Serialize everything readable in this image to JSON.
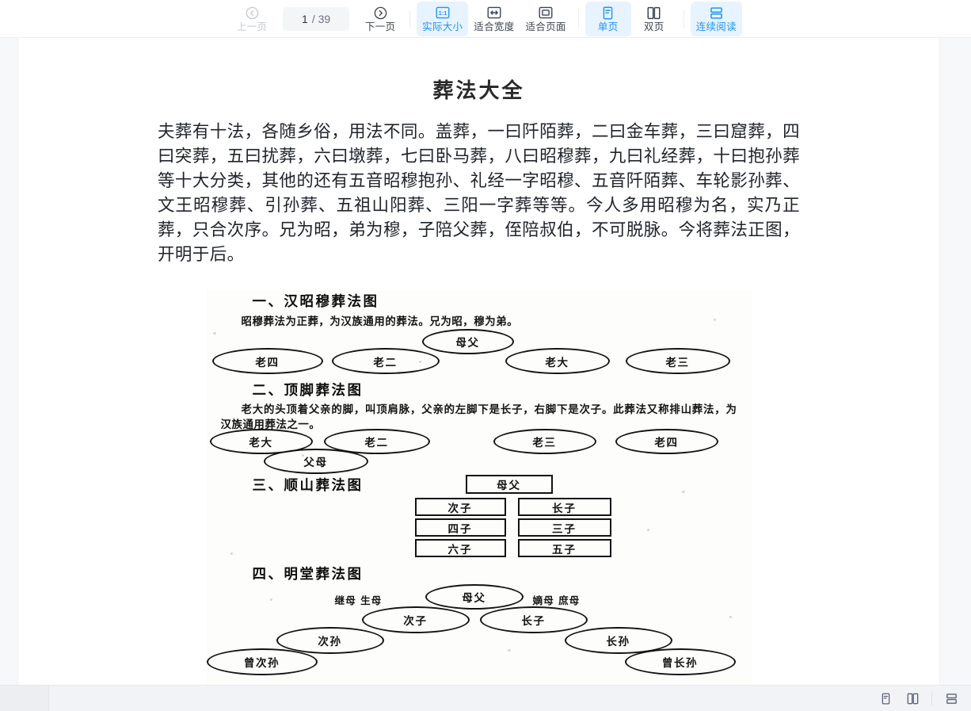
{
  "toolbar": {
    "prev_page": {
      "label": "上一页",
      "icon": "chevron-left-circle-icon",
      "disabled": true
    },
    "page_indicator": {
      "current": "1",
      "total": "/ 39"
    },
    "next_page": {
      "label": "下一页",
      "icon": "chevron-right-circle-icon",
      "disabled": false
    },
    "zoom_modes": [
      {
        "label": "实际大小",
        "icon": "ratio-1-1-icon",
        "active": true
      },
      {
        "label": "适合宽度",
        "icon": "fit-width-icon",
        "active": false
      },
      {
        "label": "适合页面",
        "icon": "fit-page-icon",
        "active": false
      }
    ],
    "layout_modes": [
      {
        "label": "单页",
        "icon": "single-page-icon",
        "active": true
      },
      {
        "label": "双页",
        "icon": "double-page-icon",
        "active": false
      },
      {
        "label": "连续阅读",
        "icon": "continuous-scroll-icon",
        "active": true
      }
    ]
  },
  "document": {
    "title": "葬法大全",
    "body": "夫葬有十法，各随乡俗，用法不同。盖葬，一曰阡陌葬，二曰金车葬，三曰窟葬，四曰突葬，五曰扰葬，六曰墩葬，七曰卧马葬，八曰昭穆葬，九曰礼经葬，十曰抱孙葬等十大分类，其他的还有五音昭穆抱孙、礼经一字昭穆、五音阡陌葬、车轮影孙葬、文王昭穆葬、引孙葬、五祖山阳葬、三阳一字葬等等。今人多用昭穆为名，实乃正葬，只合次序。兄为昭，弟为穆，子陪父葬，侄陪叔伯，不可脱脉。今将葬法正图，开明于后。",
    "figure": {
      "sections": [
        {
          "heading": "一、汉昭穆葬法图",
          "description": "昭穆葬法为正葬，为汉族通用的葬法。兄为昭，穆为弟。",
          "nodes": [
            {
              "label": "母父",
              "shape": "ellipse"
            },
            {
              "label": "老四",
              "shape": "ellipse"
            },
            {
              "label": "老二",
              "shape": "ellipse"
            },
            {
              "label": "老大",
              "shape": "ellipse"
            },
            {
              "label": "老三",
              "shape": "ellipse"
            }
          ]
        },
        {
          "heading": "二、顶脚葬法图",
          "description": "老大的头顶着父亲的脚，叫顶肩脉，父亲的左脚下是长子，右脚下是次子。此葬法又称排山葬法，为汉族通用葬法之一。",
          "nodes": [
            {
              "label": "老大",
              "shape": "ellipse"
            },
            {
              "label": "老二",
              "shape": "ellipse"
            },
            {
              "label": "老三",
              "shape": "ellipse"
            },
            {
              "label": "老四",
              "shape": "ellipse"
            },
            {
              "label": "父母",
              "shape": "ellipse"
            }
          ]
        },
        {
          "heading": "三、顺山葬法图",
          "description": "",
          "nodes": [
            {
              "label": "母父",
              "shape": "rect"
            },
            {
              "label": "次子",
              "shape": "rect"
            },
            {
              "label": "长子",
              "shape": "rect"
            },
            {
              "label": "四子",
              "shape": "rect"
            },
            {
              "label": "三子",
              "shape": "rect"
            },
            {
              "label": "六子",
              "shape": "rect"
            },
            {
              "label": "五子",
              "shape": "rect"
            }
          ]
        },
        {
          "heading": "四、明堂葬法图",
          "description": "",
          "nodes": [
            {
              "label": "继母 生母",
              "shape": "text"
            },
            {
              "label": "母父",
              "shape": "ellipse"
            },
            {
              "label": "嫡母 庶母",
              "shape": "text"
            },
            {
              "label": "次子",
              "shape": "ellipse"
            },
            {
              "label": "长子",
              "shape": "ellipse"
            },
            {
              "label": "次孙",
              "shape": "ellipse"
            },
            {
              "label": "长孙",
              "shape": "ellipse"
            },
            {
              "label": "曾次孙",
              "shape": "ellipse"
            },
            {
              "label": "曾长孙",
              "shape": "ellipse"
            }
          ]
        }
      ]
    }
  },
  "statusbar": {
    "icons": [
      {
        "name": "single-page-icon",
        "active": false
      },
      {
        "name": "double-page-icon",
        "active": false
      },
      {
        "name": "continuous-scroll-icon",
        "active": false
      }
    ]
  },
  "colors": {
    "accent": "#2196f3",
    "accent_bg": "#e7f3fe",
    "page_bg": "#ffffff",
    "viewer_bg": "#f7f8fa",
    "text": "#20242b",
    "muted": "#c6cad3"
  }
}
